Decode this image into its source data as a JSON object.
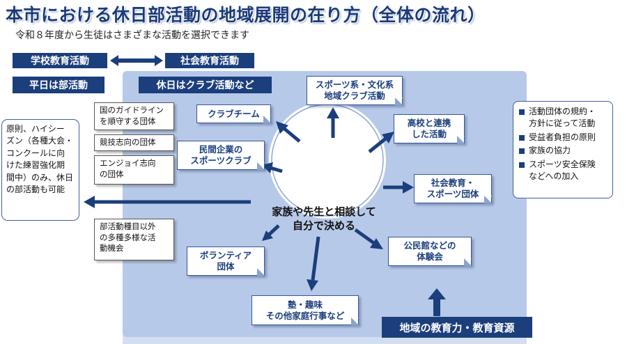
{
  "title": "本市における休日部活動の地域展開の在り方（全体の流れ）",
  "subtitle": "令和８年度から生徒はさまざまな活動を選択できます",
  "headers": {
    "school": "学校教育活動",
    "social": "社会教育活動",
    "weekday": "平日は部活動",
    "holiday": "休日はクラブ活動など"
  },
  "left_note": [
    "原則、ハイシー",
    "ズン（各種大会・",
    "コンクールに向",
    "けた練習強化期",
    "間中）のみ、休日",
    "の部活動も可能"
  ],
  "plain_boxes": {
    "guideline": [
      "国のガイドライン",
      "を順守する団体"
    ],
    "competitive": [
      "競技志向の団体"
    ],
    "enjoy": [
      "エンジョイ志向",
      "の団体"
    ],
    "other": [
      "部活動種目以外",
      "の多種多様な活",
      "動機会"
    ]
  },
  "center_text": [
    "家族や先生と相談して",
    "自分で決める"
  ],
  "options": {
    "club_team": [
      "クラブチーム"
    ],
    "private": [
      "民間企業の",
      "スポーツクラブ"
    ],
    "sports_culture": [
      "スポーツ系・文化系",
      "地域クラブ活動"
    ],
    "highschool": [
      "高校と連携",
      "した活動"
    ],
    "social_sports": [
      "社会教育・",
      "スポーツ団体"
    ],
    "kominkan": [
      "公民館などの",
      "体験会"
    ],
    "volunteer": [
      "ボランティア",
      "団体"
    ],
    "juku": [
      "塾・趣味",
      "その他家庭行事など"
    ]
  },
  "legend": [
    [
      "活動団体の規約・",
      "方針に従って活動"
    ],
    [
      "受益者負担の原則"
    ],
    [
      "家族の協力"
    ],
    [
      "スポーツ安全保険",
      "などへの加入"
    ]
  ],
  "bottom_label": "地域の教育力・教育資源",
  "colors": {
    "navy": "#1b3e7c",
    "panel_blue": "#b7c9e8",
    "border_blue": "#34569a"
  }
}
